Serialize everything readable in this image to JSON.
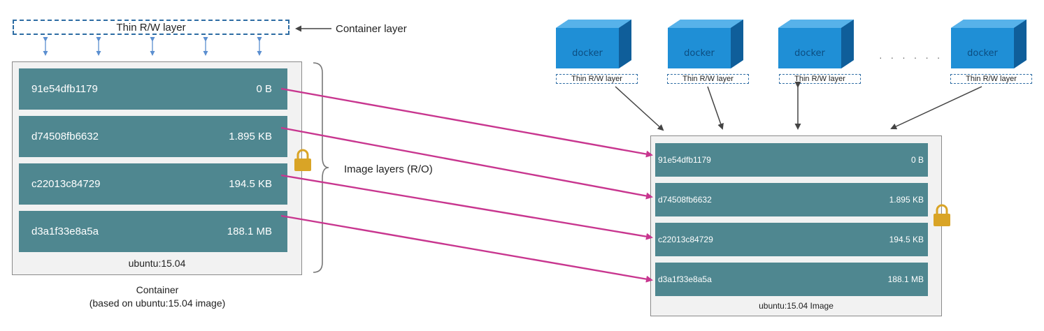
{
  "container_side": {
    "thin_rw_label": "Thin R/W layer",
    "container_layer_label": "Container layer",
    "layers": [
      {
        "id": "91e54dfb1179",
        "size": "0 B"
      },
      {
        "id": "d74508fb6632",
        "size": "1.895 KB"
      },
      {
        "id": "c22013c84729",
        "size": "194.5 KB"
      },
      {
        "id": "d3a1f33e8a5a",
        "size": "188.1 MB"
      }
    ],
    "image_name": "ubuntu:15.04",
    "image_layers_label": "Image layers (R/O)",
    "caption_line1": "Container",
    "caption_line2": "(based on ubuntu:15.04 image)"
  },
  "image_side": {
    "containers": [
      {
        "logo": "docker",
        "rw_label": "Thin R/W layer"
      },
      {
        "logo": "docker",
        "rw_label": "Thin R/W layer"
      },
      {
        "logo": "docker",
        "rw_label": "Thin R/W layer"
      },
      {
        "logo": "docker",
        "rw_label": "Thin R/W layer"
      }
    ],
    "ellipsis": "· · · · · ·",
    "layers": [
      {
        "id": "91e54dfb1179",
        "size": "0 B"
      },
      {
        "id": "d74508fb6632",
        "size": "1.895 KB"
      },
      {
        "id": "c22013c84729",
        "size": "194.5 KB"
      },
      {
        "id": "d3a1f33e8a5a",
        "size": "188.1 MB"
      }
    ],
    "image_name": "ubuntu:15.04 Image"
  },
  "colors": {
    "layer_fill": "#4f8790",
    "arrow_magenta": "#c8368f",
    "rw_dashed": "#2e6da4",
    "container_blue": "#1f8fd6",
    "lock": "#d9a426"
  },
  "icons": [
    "lock-icon",
    "docker-container-icon",
    "curly-brace-icon"
  ]
}
